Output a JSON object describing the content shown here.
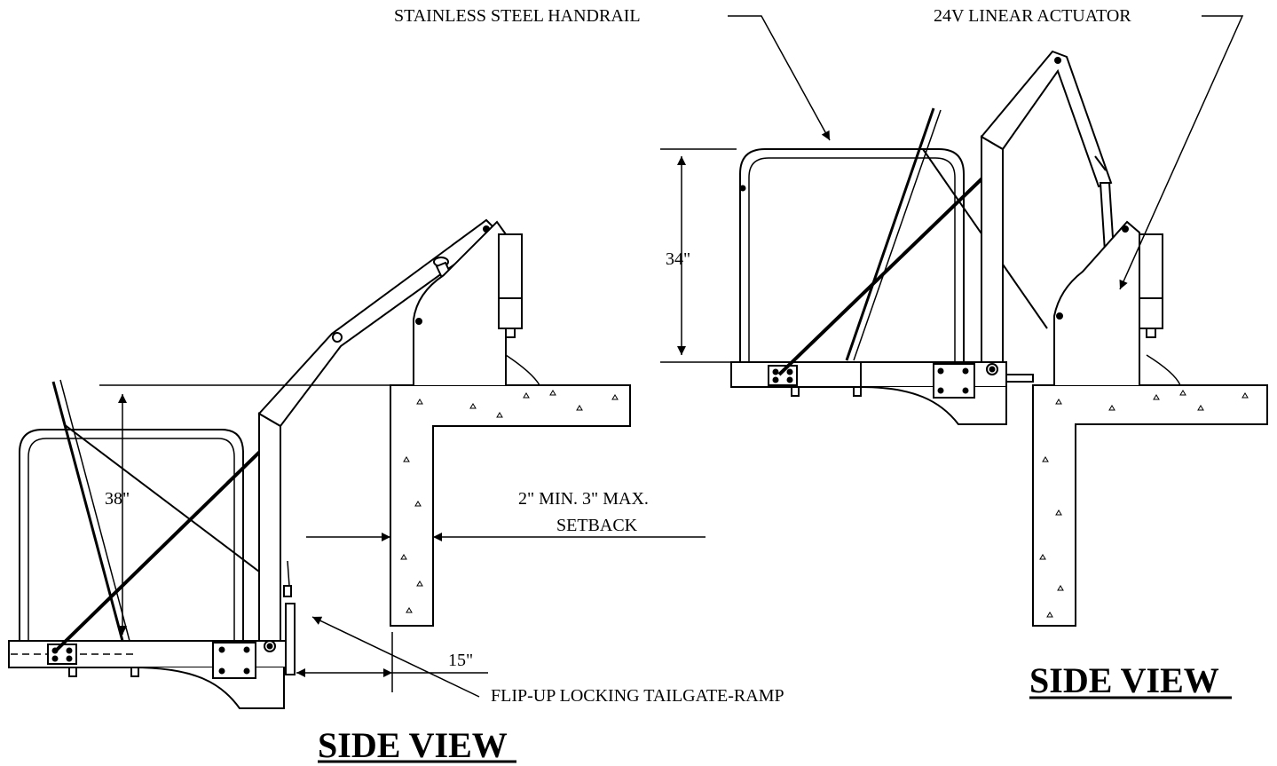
{
  "labels": {
    "handrail": "STAINLESS STEEL HANDRAIL",
    "actuator": "24V LINEAR ACTUATOR",
    "height_left": "38\"",
    "height_right": "34\"",
    "setback_line1": "2\" MIN. 3\" MAX.",
    "setback_line2": "SETBACK",
    "ramp_dim": "15\"",
    "tailgate": "FLIP-UP LOCKING TAILGATE-RAMP"
  },
  "views": {
    "left_title": "SIDE VIEW",
    "right_title": "SIDE VIEW"
  },
  "colors": {
    "line": "#000000",
    "fill": "#ffffff"
  }
}
